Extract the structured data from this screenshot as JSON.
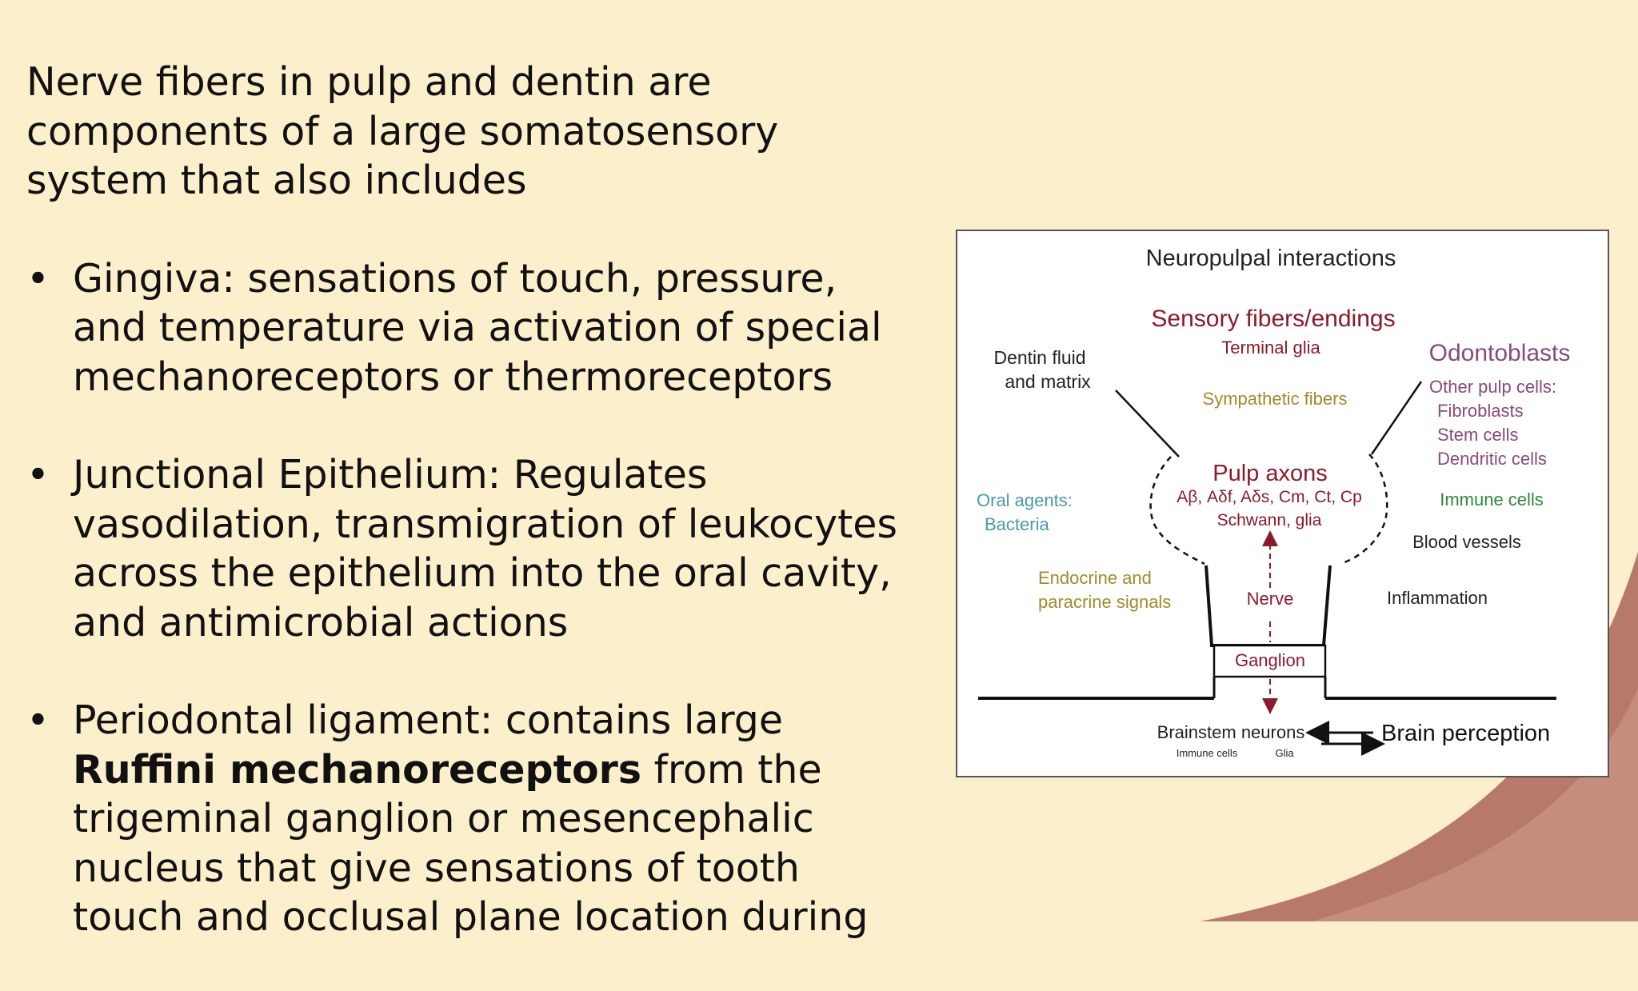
{
  "slide": {
    "intro": "Nerve fibers in pulp and dentin are components of a large somatosensory system that also includes",
    "bullet_symbol": "•",
    "bullets": [
      {
        "text": "Gingiva: sensations of touch, pressure, and temperature via activation of special mechanoreceptors or thermoreceptors"
      },
      {
        "text": "Junctional Epithelium: Regulates vasodilation, transmigration of leukocytes across the epithelium into the oral cavity, and antimicrobial actions"
      },
      {
        "text_prefix": "Periodontal ligament: contains large ",
        "bold": "Ruffini mechanoreceptors",
        "text_suffix": " from the trigeminal ganglion or mesencephalic nucleus that give sensations of tooth touch and occlusal plane location during"
      }
    ]
  },
  "figure": {
    "title": "Neuropulpal interactions",
    "sensory": "Sensory fibers/endings",
    "terminal_glia": "Terminal glia",
    "sympathetic": "Sympathetic fibers",
    "dentin_line1": "Dentin fluid",
    "dentin_line2": "and matrix",
    "odontoblasts": "Odontoblasts",
    "other_cells": "Other pulp cells:",
    "fibroblasts": "Fibroblasts",
    "stem_cells": "Stem cells",
    "dendritic": "Dendritic cells",
    "pulp_axons": "Pulp axons",
    "axon_types": "Aβ, Aδf, Aδs, Cm, Ct, Cp",
    "schwann": "Schwann, glia",
    "oral_line1": "Oral agents:",
    "oral_line2": "Bacteria",
    "immune": "Immune cells",
    "blood": "Blood vessels",
    "endocrine_line1": "Endocrine and",
    "endocrine_line2": "paracrine signals",
    "nerve": "Nerve",
    "inflammation": "Inflammation",
    "ganglion": "Ganglion",
    "brainstem": "Brainstem neurons",
    "immune_small": "Immune cells",
    "glia_small": "Glia",
    "brain": "Brain perception",
    "colors": {
      "maroon": "#8b1a2b",
      "purple": "#8a4a78",
      "olive": "#a08a2c",
      "teal": "#4a9aa8",
      "green": "#2a8a3a",
      "dark": "#222222"
    }
  }
}
